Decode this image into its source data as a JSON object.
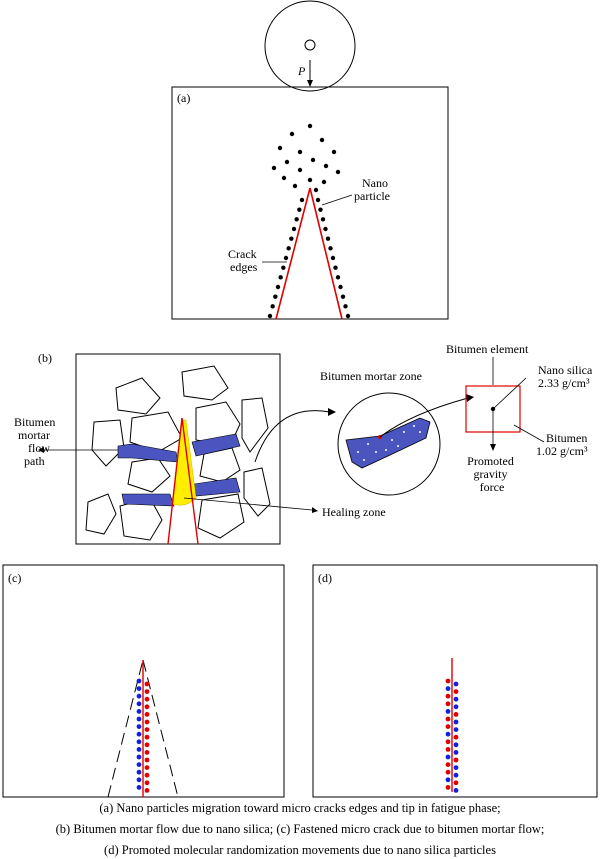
{
  "panel_a": {
    "label": "(a)",
    "load_label": "P",
    "nano_particle_label": [
      "Nano",
      "particle"
    ],
    "crack_edges_label": [
      "Crack",
      "edges"
    ]
  },
  "panel_b": {
    "label": "(b)",
    "flow_path_label": [
      "Bitumen",
      "mortar",
      "flow",
      "path"
    ],
    "healing_zone_label": "Healing zone",
    "mortar_zone_label": "Bitumen mortar zone",
    "element_label": "Bitumen element",
    "nano_silica_label": [
      "Nano silica",
      "2.33 g/cm³"
    ],
    "bitumen_label": [
      "Bitumen",
      "1.02 g/cm³"
    ],
    "gravity_label": [
      "Promoted",
      "gravity",
      "force"
    ]
  },
  "panel_c": {
    "label": "(c)"
  },
  "panel_d": {
    "label": "(d)"
  },
  "colors": {
    "crack": "#e00000",
    "mortar": "#4a55c0",
    "healing": "#ffee00",
    "silica_dot": "#e00000",
    "bitumen_dot": "#1020e0"
  },
  "caption": [
    "(a) Nano particles migration toward micro cracks edges and tip in fatigue phase;",
    "(b) Bitumen mortar flow due to nano silica; (c) Fastened micro crack due to bitumen mortar flow;",
    "(d) Promoted molecular randomization movements due to nano silica particles"
  ]
}
